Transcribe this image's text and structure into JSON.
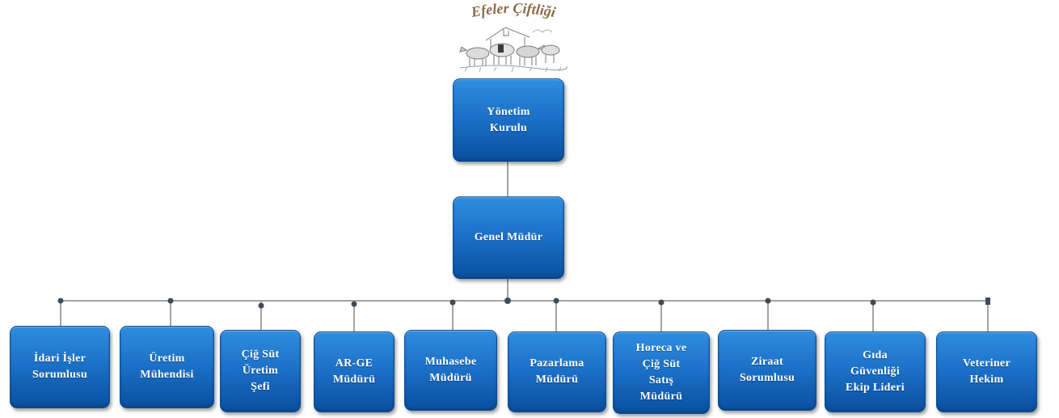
{
  "logo": {
    "title": "Efeler Çiftliği"
  },
  "org": {
    "root": {
      "label": "Yönetim\nKurulu"
    },
    "manager": {
      "label": "Genel Müdür"
    },
    "departments": [
      {
        "label": "İdari İşler\nSorumlusu"
      },
      {
        "label": "Üretim\nMühendisi"
      },
      {
        "label": "Çiğ Süt\nÜretim\nŞefi"
      },
      {
        "label": "AR-GE\nMüdürü"
      },
      {
        "label": "Muhasebe\nMüdürü"
      },
      {
        "label": "Pazarlama\nMüdürü"
      },
      {
        "label": "Horeca ve\nÇiğ Süt\nSatış\nMüdürü"
      },
      {
        "label": "Ziraat\nSorumlusu"
      },
      {
        "label": "Gıda\nGüvenliği\nEkip Lideri"
      },
      {
        "label": "Veteriner\nHekim"
      }
    ]
  },
  "colors": {
    "box_top": "#2f8ddf",
    "box_bottom": "#0a4f9f",
    "connector": "#a3a3a3",
    "dot": "#3f4b57",
    "text": "#ffffff",
    "logo": "#8b6a48"
  }
}
